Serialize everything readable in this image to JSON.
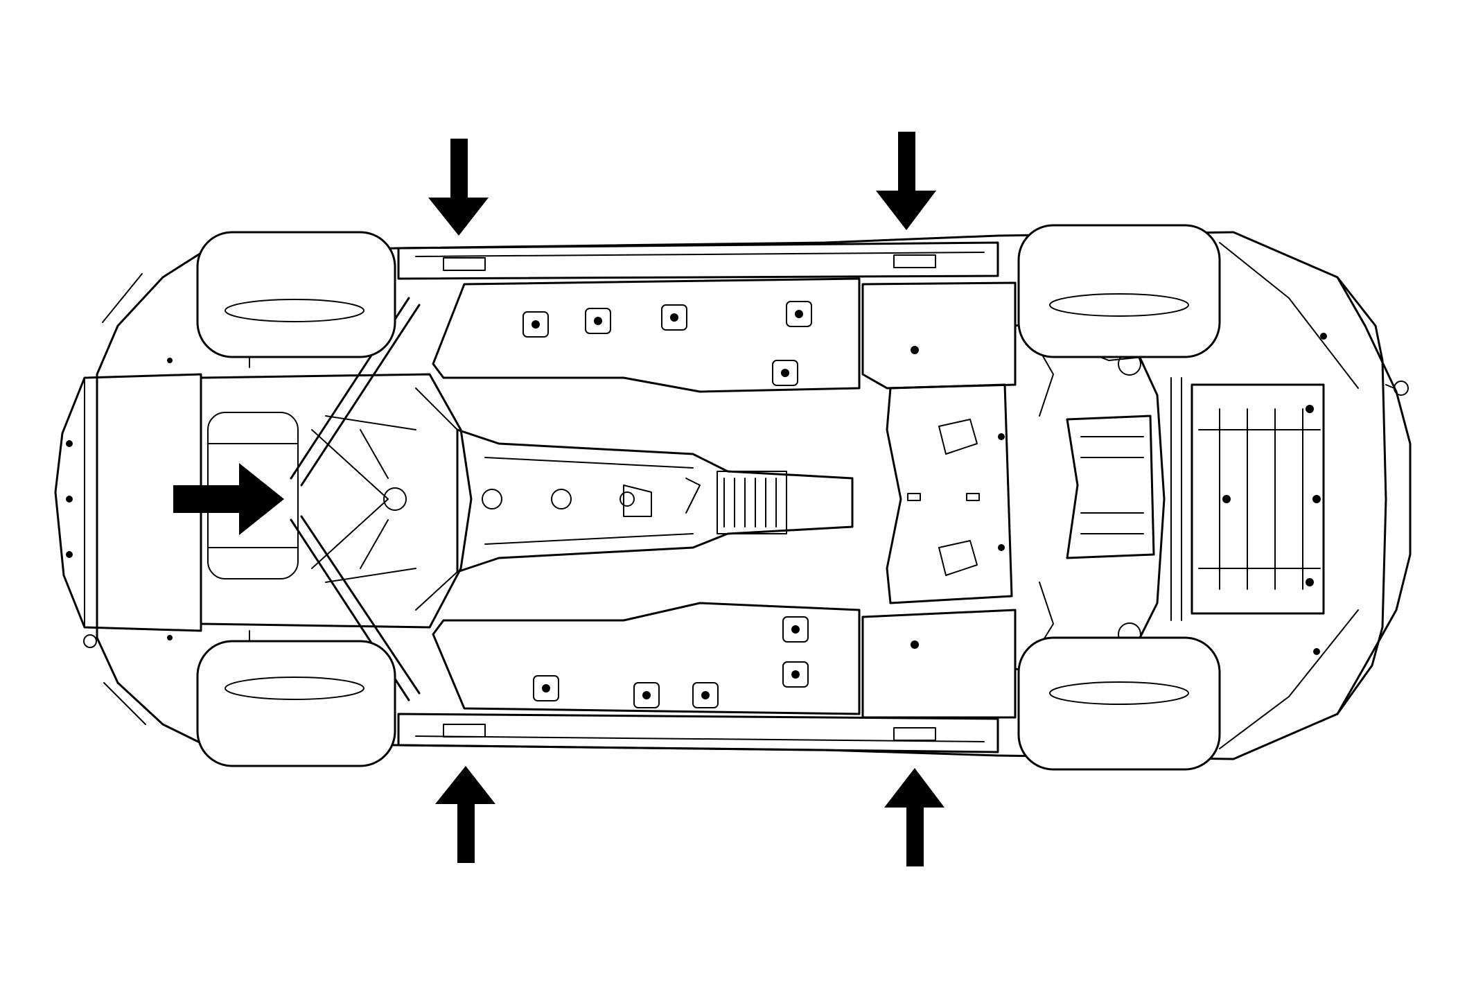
{
  "figure": {
    "subject": "vehicle-underbody-lift-points",
    "view": "underside",
    "line_color": "#000000",
    "background": "#ffffff"
  },
  "indicators": {
    "count": 5,
    "icon": "arrow-icon",
    "items": [
      {
        "id": "rear-left-lift-point",
        "direction": "down"
      },
      {
        "id": "front-left-lift-point",
        "direction": "down"
      },
      {
        "id": "rear-cross-member-point",
        "direction": "right"
      },
      {
        "id": "rear-right-lift-point",
        "direction": "up"
      },
      {
        "id": "front-right-lift-point",
        "direction": "up"
      }
    ]
  }
}
